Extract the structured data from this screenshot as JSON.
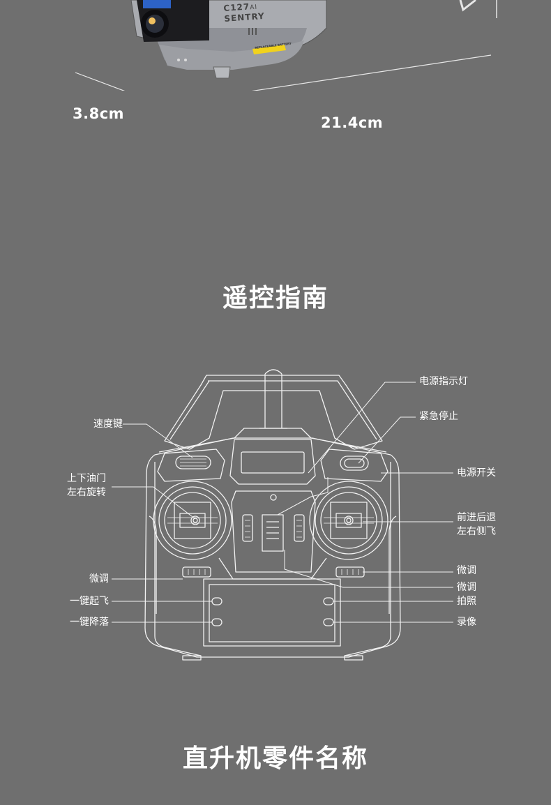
{
  "drone": {
    "model_line1": "C127",
    "model_ai": "AI",
    "model_line2": "SENTRY",
    "battery_label": "REPLACEABLE BATTERY"
  },
  "dimensions": {
    "height": "3.8cm",
    "length": "21.4cm"
  },
  "sections": {
    "remote_guide_title": "遥控指南",
    "parts_title": "直升机零件名称"
  },
  "controller_labels": {
    "power_indicator": "电源指示灯",
    "emergency_stop": "紧急停止",
    "speed_key": "速度键",
    "power_switch": "电源开关",
    "throttle_line1": "上下油门",
    "throttle_line2": "左右旋转",
    "forward_back_line1": "前进后退",
    "forward_back_line2": "左右侧飞",
    "trim_left": "微调",
    "trim_right_top": "微调",
    "trim_right_bottom": "微调",
    "one_key_takeoff": "一键起飞",
    "photo": "拍照",
    "one_key_landing": "一键降落",
    "record": "录像"
  }
}
